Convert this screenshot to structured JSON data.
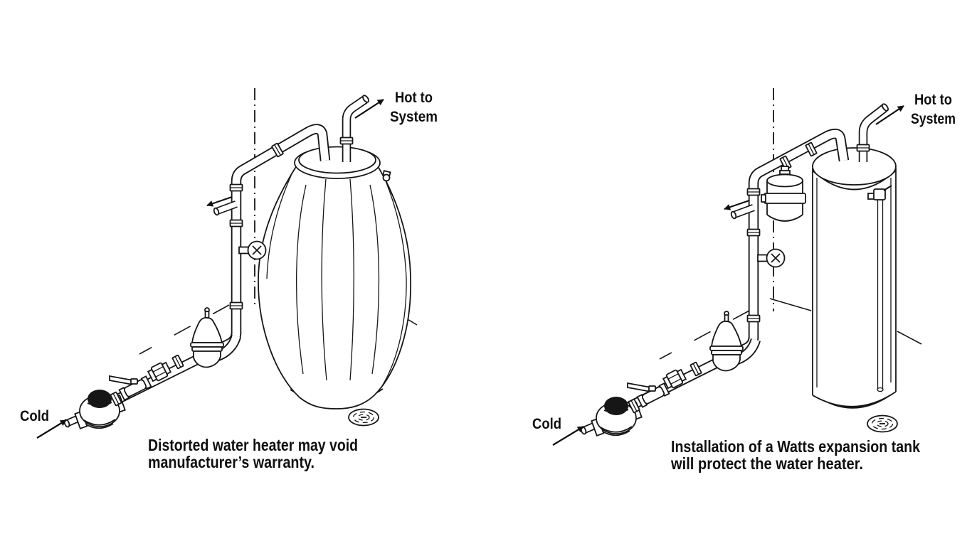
{
  "page": {
    "background_color": "#ffffff",
    "ink_color": "#161616",
    "description": "Comparison diagram of water heater installations with and without an expansion tank"
  },
  "left_diagram": {
    "hot_label_line1": "Hot to",
    "hot_label_line2": "System",
    "cold_label": "Cold",
    "caption_line1": "Distorted water heater may void",
    "caption_line2": "manufacturer’s warranty."
  },
  "right_diagram": {
    "hot_label_line1": "Hot to",
    "hot_label_line2": "System",
    "cold_label": "Cold",
    "caption_line1": "Installation of a Watts expansion tank",
    "caption_line2": "will protect the water heater."
  }
}
